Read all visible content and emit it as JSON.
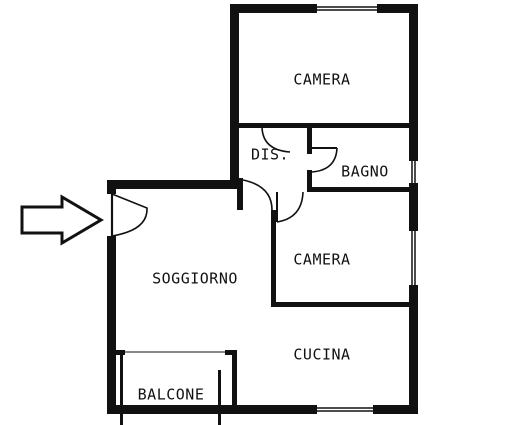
{
  "colors": {
    "wall": "#111111",
    "background": "#ffffff",
    "window_fill": "#ffffff"
  },
  "rooms": [
    {
      "id": "camera-top",
      "label": "CAMERA"
    },
    {
      "id": "dis",
      "label": "DIS."
    },
    {
      "id": "bagno",
      "label": "BAGNO"
    },
    {
      "id": "soggiorno",
      "label": "SOGGIORNO"
    },
    {
      "id": "camera-middle",
      "label": "CAMERA"
    },
    {
      "id": "cucina",
      "label": "CUCINA"
    },
    {
      "id": "balcone",
      "label": "BALCONE"
    }
  ],
  "icons": {
    "entrance": "entrance-arrow-icon"
  }
}
